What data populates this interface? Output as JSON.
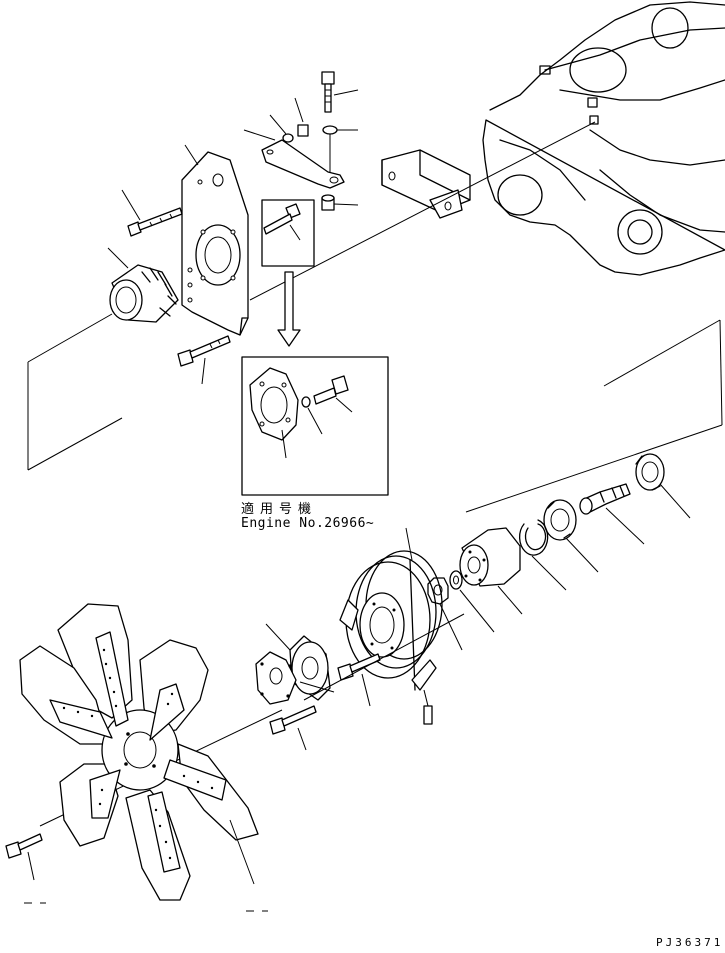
{
  "note": {
    "line1": "適用号機",
    "line2": "Engine No.26966~"
  },
  "drawing_code": "PJ36371"
}
